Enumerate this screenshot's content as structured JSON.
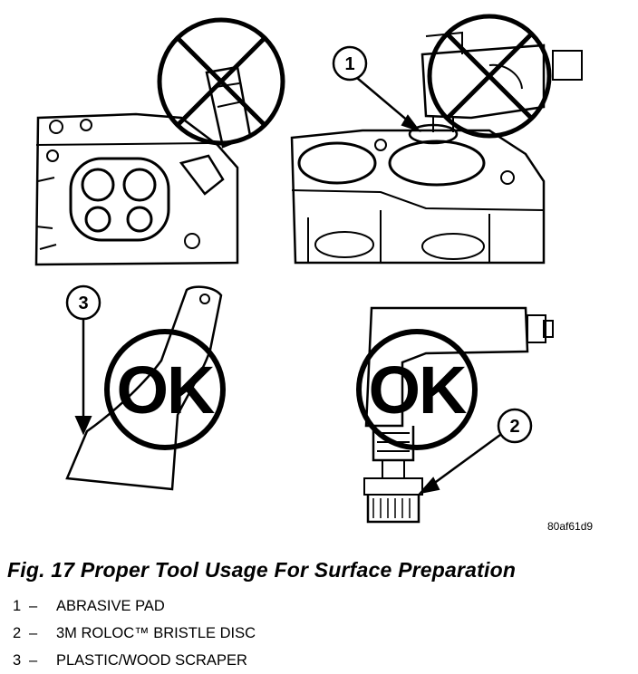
{
  "figure": {
    "code": "80af61d9",
    "ok_label": "OK",
    "callouts": [
      "1",
      "2",
      "3"
    ]
  },
  "caption": "Fig. 17 Proper Tool Usage For Surface Preparation",
  "legend": [
    {
      "num": "1",
      "dash": "–",
      "text": "ABRASIVE PAD"
    },
    {
      "num": "2",
      "dash": "–",
      "text": "3M ROLOC™ BRISTLE DISC"
    },
    {
      "num": "3",
      "dash": "–",
      "text": "PLASTIC/WOOD SCRAPER"
    }
  ]
}
